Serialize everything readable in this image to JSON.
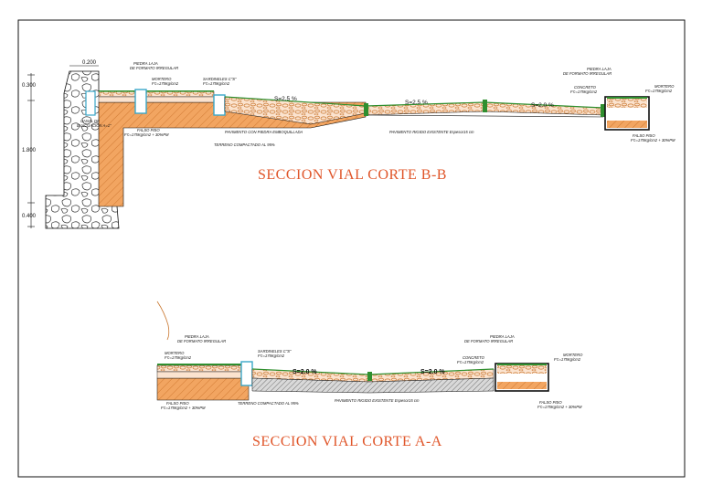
{
  "drawing": {
    "colors": {
      "title": "#e0562a",
      "fill": "#f2a561",
      "stone": "#c9762e",
      "green": "#2f8f2f",
      "cyan": "#3aa7c9",
      "line": "#111111"
    }
  },
  "section_bb": {
    "title": "SECCION VIAL    CORTE B-B",
    "dims": {
      "top": "0.300",
      "top2": "0.200",
      "mid": "1.800",
      "bottom": "0.400"
    },
    "labels": {
      "piedra_laja": "PIEDRA LAJA",
      "piedra_laja_sub": "DE FORMATO IRREGULAR",
      "mortero": "MORTERO",
      "mortero_sub": "F'c=175Kg/cm2",
      "sardinel": "SARDINELES C\"S\"",
      "sardinel_sub": "F'c=175Kg/cm2",
      "canal": "CANAL DE",
      "canal_sub": "EVACUACION A=1\"",
      "falso_piso": "FALSO PISO",
      "falso_piso_sub": "F'c=175Kg/cm2 + 30%PM",
      "terreno": "TERRENO COMPACTADO AL 95%",
      "pavimento_piedra": "PAVIMENTO CON PIEDRA EMBOQUILLADA",
      "pavimento_rigido": "PAVIMENTO RIGIDO EXISTENTE Espesor15 cm",
      "piedra_laja_r": "PIEDRA LAJA",
      "piedra_laja_r_sub": "DE FORMATO IRREGULAR",
      "concreto": "CONCRETO",
      "concreto_sub": "F'c=175Kg/cm2",
      "mortero_r": "MORTERO",
      "mortero_r_sub": "F'c=175Kg/cm2",
      "falso_piso_r": "FALSO PISO",
      "falso_piso_r_sub": "F'c=175Kg/cm2 + 30%PM"
    },
    "slopes": {
      "s1": "S=2.5 %",
      "s2": "S=2.5 %",
      "s3": "S=2.0 %"
    }
  },
  "section_aa": {
    "title": "SECCION VIAL    CORTE A-A",
    "labels": {
      "piedra_laja": "PIEDRA LAJA",
      "piedra_laja_sub": "DE FORMATO IRREGULAR",
      "mortero": "MORTERO",
      "mortero_sub": "F'c=175Kg/cm2",
      "sardinel": "SARDINELES C\"S\"",
      "sardinel_sub": "F'c=175Kg/cm2",
      "falso_piso": "FALSO PISO",
      "falso_piso_sub": "F'c=175Kg/cm2 + 30%PM",
      "terreno": "TERRENO COMPACTADO AL 95%",
      "pavimento_rigido": "PAVIMENTO RIGIDO EXISTENTE Espesor15 cm",
      "piedra_laja_r": "PIEDRA LAJA",
      "piedra_laja_r_sub": "DE FORMATO IRREGULAR",
      "concreto": "CONCRETO",
      "concreto_sub": "F'c=175Kg/cm2",
      "mortero_r": "MORTERO",
      "mortero_r_sub": "F'c=175Kg/cm2",
      "falso_piso_r": "FALSO PISO",
      "falso_piso_r_sub": "F'c=175Kg/cm2 + 30%PM"
    },
    "slopes": {
      "s1": "S=2.0 %",
      "s2": "S=2.0 %"
    }
  }
}
